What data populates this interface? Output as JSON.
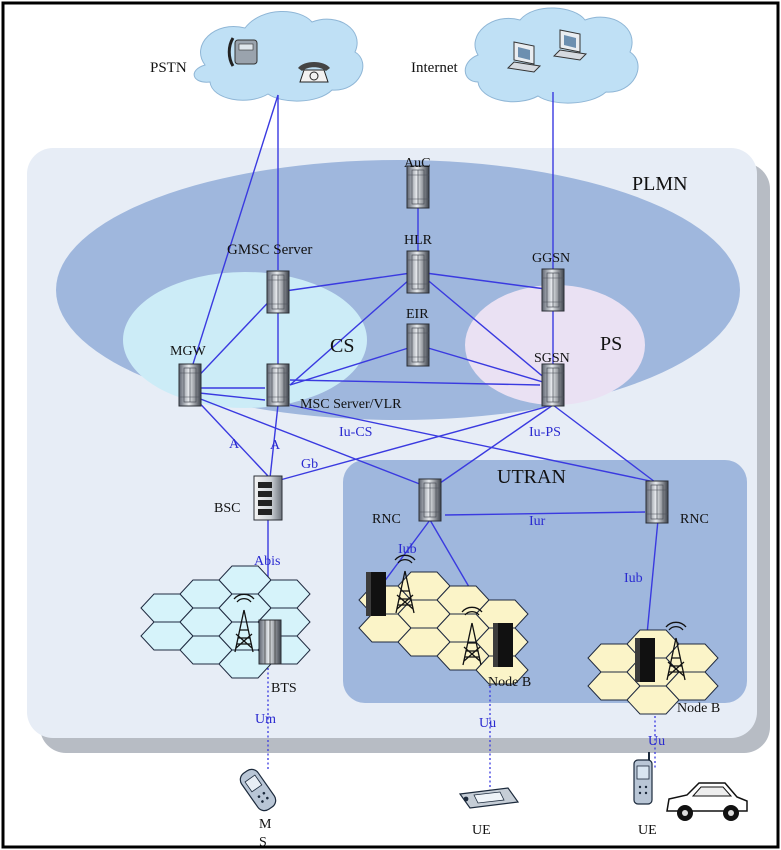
{
  "labels": {
    "pstn": "PSTN",
    "internet": "Internet",
    "plmn": "PLMN",
    "auc": "AuC",
    "hlr": "HLR",
    "eir": "EIR",
    "gmsc": "GMSC Server",
    "ggsn": "GGSN",
    "mgw": "MGW",
    "cs": "CS",
    "ps": "PS",
    "sgsn": "SGSN",
    "msc": "MSC Server/VLR",
    "utran": "UTRAN",
    "bsc": "BSC",
    "rnc_left": "RNC",
    "rnc_right": "RNC",
    "bts": "BTS",
    "nodeb_mid": "Node B",
    "nodeb_right": "Node B",
    "ms_line1": "M",
    "ms_line2": "S",
    "ue_mid": "UE",
    "ue_right": "UE"
  },
  "interfaces": {
    "a1": "A",
    "a2": "A",
    "iu_cs": "Iu-CS",
    "gb": "Gb",
    "iu_ps": "Iu-PS",
    "abis": "Abis",
    "iur": "Iur",
    "iub1": "Iub",
    "iub2": "Iub",
    "um": "Um",
    "uu1": "Uu",
    "uu2": "Uu"
  },
  "colors": {
    "link": "#3a3ae0",
    "plmn_box": "#e7edf6",
    "core_ellipse": "#9fb7dd",
    "cs_ellipse": "#ccecf7",
    "ps_ellipse": "#eae1f3",
    "utran_box": "#9fb7dd",
    "cloud": "#bfe0f5",
    "hex_gsm": "#d6f3fa",
    "hex_utran": "#fbf4c8"
  },
  "icons": {
    "server": "server-rack-icon",
    "bsc": "bsc-cabinet-icon",
    "bts": "bts-cabinet-icon",
    "antenna": "antenna-tower-icon",
    "phone": "telephone-icon",
    "computer": "computer-icon",
    "mobile": "mobile-phone-icon",
    "pda": "pda-icon",
    "car": "car-icon"
  }
}
